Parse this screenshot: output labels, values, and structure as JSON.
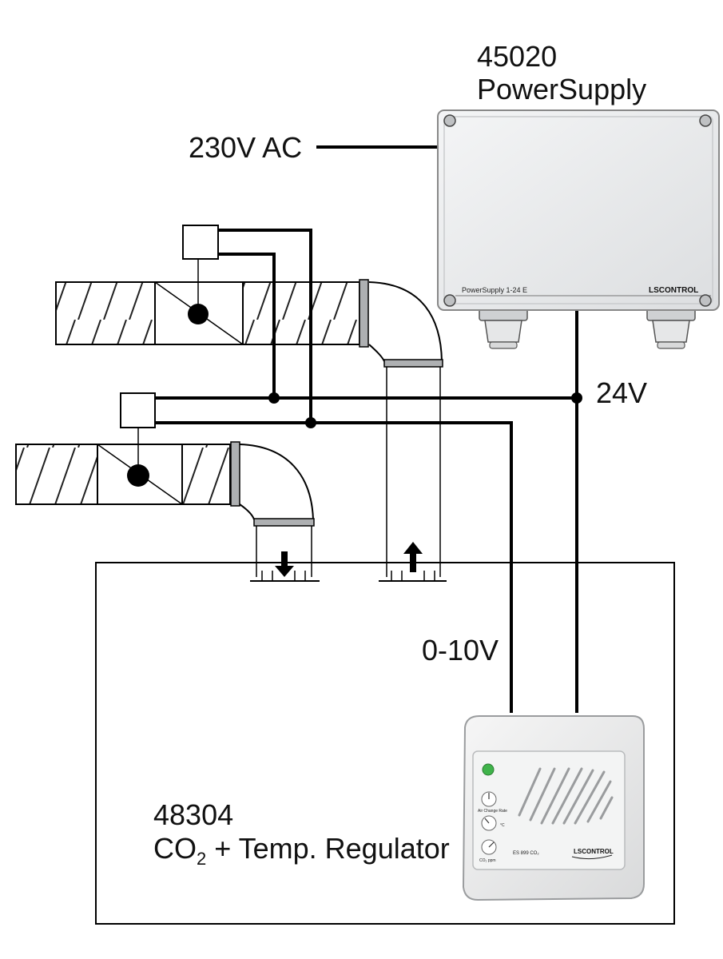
{
  "power_supply": {
    "part_number": "45020",
    "name": "PowerSupply",
    "front_label": "PowerSupply 1-24 E",
    "brand": "LSCONTROL"
  },
  "mains_label": "230V AC",
  "supply_label": "24V",
  "signal_label": "0-10V",
  "regulator": {
    "part_number": "48304",
    "name_prefix": "CO",
    "name_subscript": "2",
    "name_suffix": " + Temp. Regulator",
    "device_label": "ES 899 CO₂",
    "brand": "LSCONTROL",
    "dial_labels": [
      "Air Change Rate",
      "°C",
      "CO₂ ppm"
    ],
    "led_color": "#3fb34a"
  },
  "airflow": {
    "supply_direction": "down-arrow-icon",
    "exhaust_direction": "up-arrow-icon"
  }
}
